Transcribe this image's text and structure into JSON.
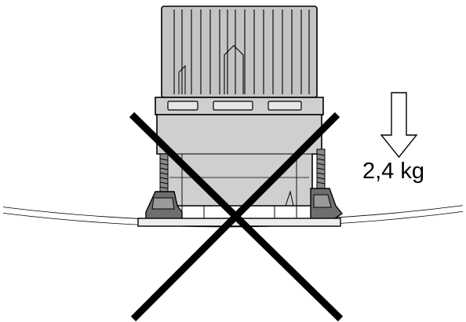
{
  "weight": {
    "label": "2,4 kg"
  },
  "illustration": {
    "subject": "recessed-light-fixture",
    "prohibition": "x-cross",
    "arrow_direction": "down"
  },
  "colors": {
    "fixture_fill": "#cfcfcf",
    "fixture_upper": "#c4c4c4",
    "line": "#000000",
    "background": "#ffffff"
  }
}
